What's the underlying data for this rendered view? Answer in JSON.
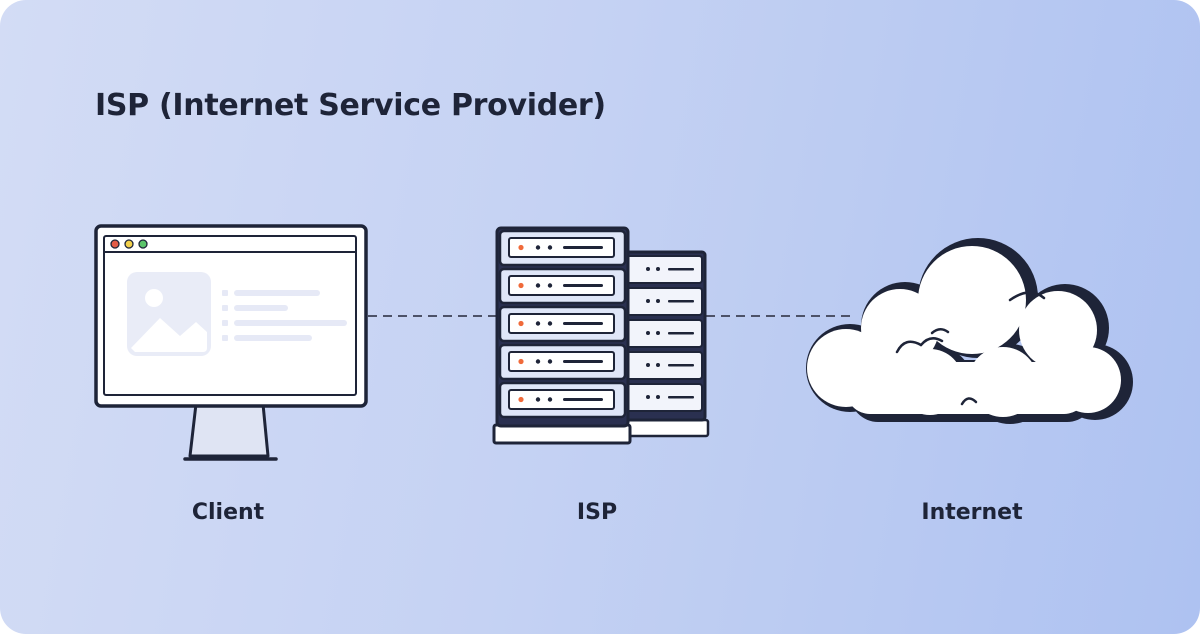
{
  "title": "ISP (Internet Service Provider)",
  "nodes": {
    "client": {
      "label": "Client",
      "icon": "monitor-icon"
    },
    "isp": {
      "label": "ISP",
      "icon": "server-rack-icon"
    },
    "internet": {
      "label": "Internet",
      "icon": "cloud-icon"
    }
  },
  "colors": {
    "outline": "#1e2438",
    "connector": "#4d5268",
    "background_start": "#d3dcf5",
    "background_end": "#aec2f1",
    "window_dot_red": "#e35b46",
    "window_dot_yellow": "#f2d04b",
    "window_dot_green": "#5bc46a",
    "server_led": "#f06a3a"
  }
}
